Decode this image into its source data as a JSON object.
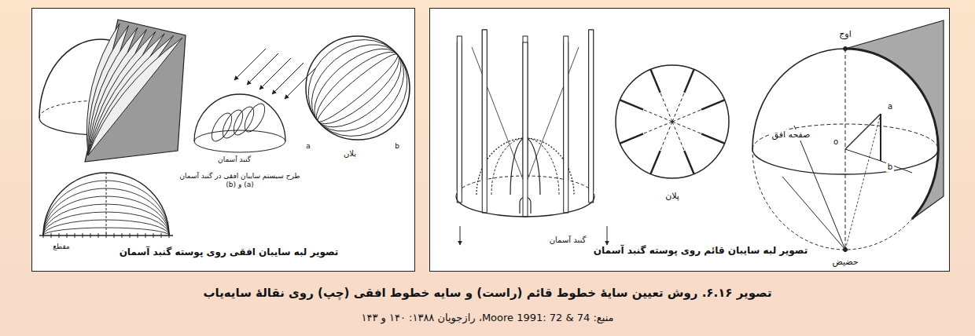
{
  "diagram": {
    "caption": "تصویر ۶.۱۶. روش تعیین سایهٔ خطوط قائم (راست) و سایه خطوط افقی (چپ) روی نقالهٔ سایه‌یاب",
    "nodes": [
      {
        "text": [
          "تصویر لبه سایبان قائم روی پوسته گنبد آسمان"
        ]
      },
      {
        "text": [
          "تصویر لبه سایبان افقی روی پوسته گنبد آسمان"
        ]
      }
    ],
    "labels": [
      "اوج",
      "صفحه افق",
      "حضیض",
      "o",
      "a",
      "b",
      "پلان",
      "گنبد آسمان",
      "گنبد آسمان",
      "طرح سیستم سایبان افقی در گنبد آسمان (a) و (b)",
      "پلان",
      "a",
      "b",
      "مقطع",
      "منبع: Moore 1991: 72 & 74، رازجویان ۱۳۸۸: ۱۴۰ و ۱۴۳"
    ]
  }
}
